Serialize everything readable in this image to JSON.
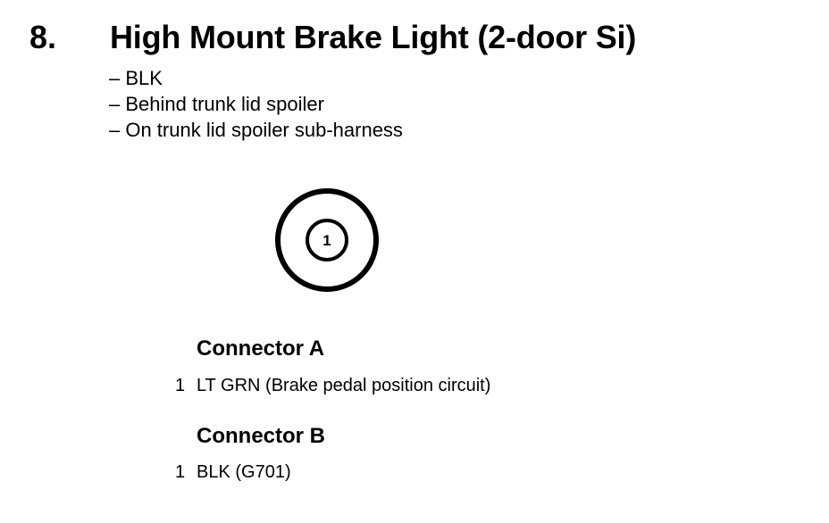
{
  "section": {
    "number": "8.",
    "title": "High Mount Brake Light (2-door Si)"
  },
  "details": [
    "– BLK",
    "– Behind trunk lid spoiler",
    "– On trunk lid spoiler sub-harness"
  ],
  "connector_diagram": {
    "pin_label": "1"
  },
  "connectors": [
    {
      "heading": "Connector A",
      "pins": [
        {
          "number": "1",
          "description": "LT GRN (Brake pedal position circuit)"
        }
      ]
    },
    {
      "heading": "Connector B",
      "pins": [
        {
          "number": "1",
          "description": "BLK (G701)"
        }
      ]
    }
  ]
}
